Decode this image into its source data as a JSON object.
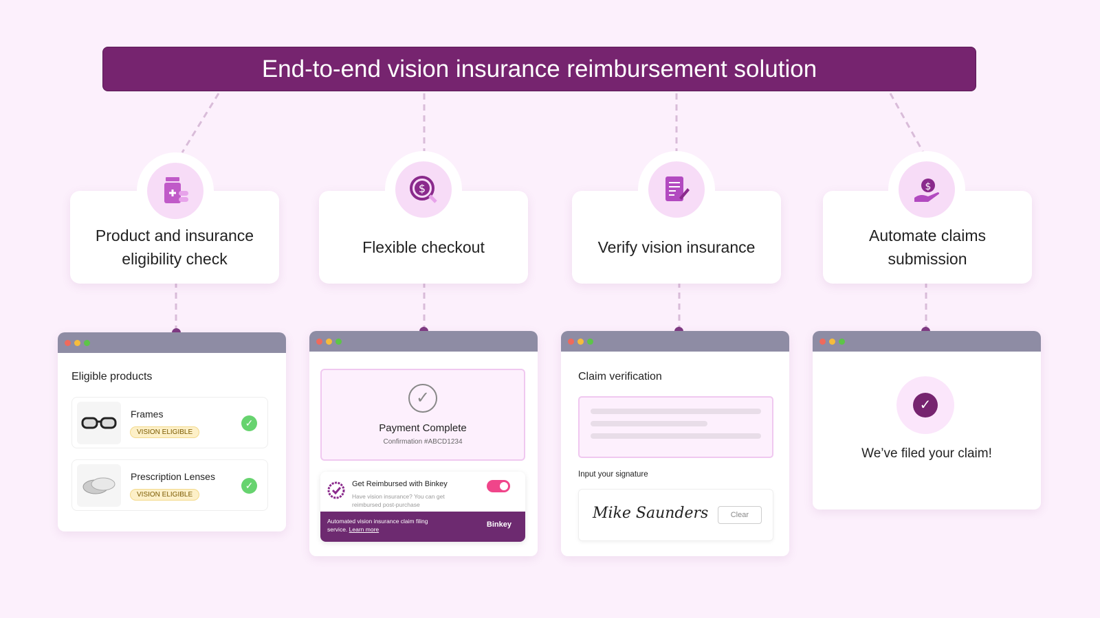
{
  "banner": {
    "title": "End-to-end vision insurance reimbursement solution"
  },
  "steps": [
    {
      "title": "Product and insurance eligibility check",
      "icon": "medicine-bottle-icon"
    },
    {
      "title": "Flexible checkout",
      "icon": "dollar-search-icon"
    },
    {
      "title": "Verify vision insurance",
      "icon": "document-pen-icon"
    },
    {
      "title": "Automate claims submission",
      "icon": "hand-dollar-icon"
    }
  ],
  "eligible": {
    "heading": "Eligible products",
    "items": [
      {
        "name": "Frames",
        "badge": "VISION ELIGIBLE"
      },
      {
        "name": "Prescription Lenses",
        "badge": "VISION ELIGIBLE"
      }
    ]
  },
  "checkout": {
    "status": "Payment Complete",
    "confirmation": "Confirmation #ABCD1234",
    "offer_title": "Get Reimbursed with Binkey",
    "offer_desc": "Have vision insurance? You can get reimbursed post-purchase",
    "toggle_on": true,
    "footer_text": "Automated vision insurance claim filing service.",
    "learn_more": "Learn more",
    "brand": "Binkey"
  },
  "verify": {
    "heading": "Claim verification",
    "sig_label": "Input your signature",
    "signature": "Mike Saunders",
    "clear": "Clear"
  },
  "claim": {
    "message": "We’ve filed your claim!"
  },
  "colors": {
    "accent": "#76246f",
    "background": "#fcf0fc",
    "toggle": "#f0458a",
    "check": "#67d36f"
  }
}
